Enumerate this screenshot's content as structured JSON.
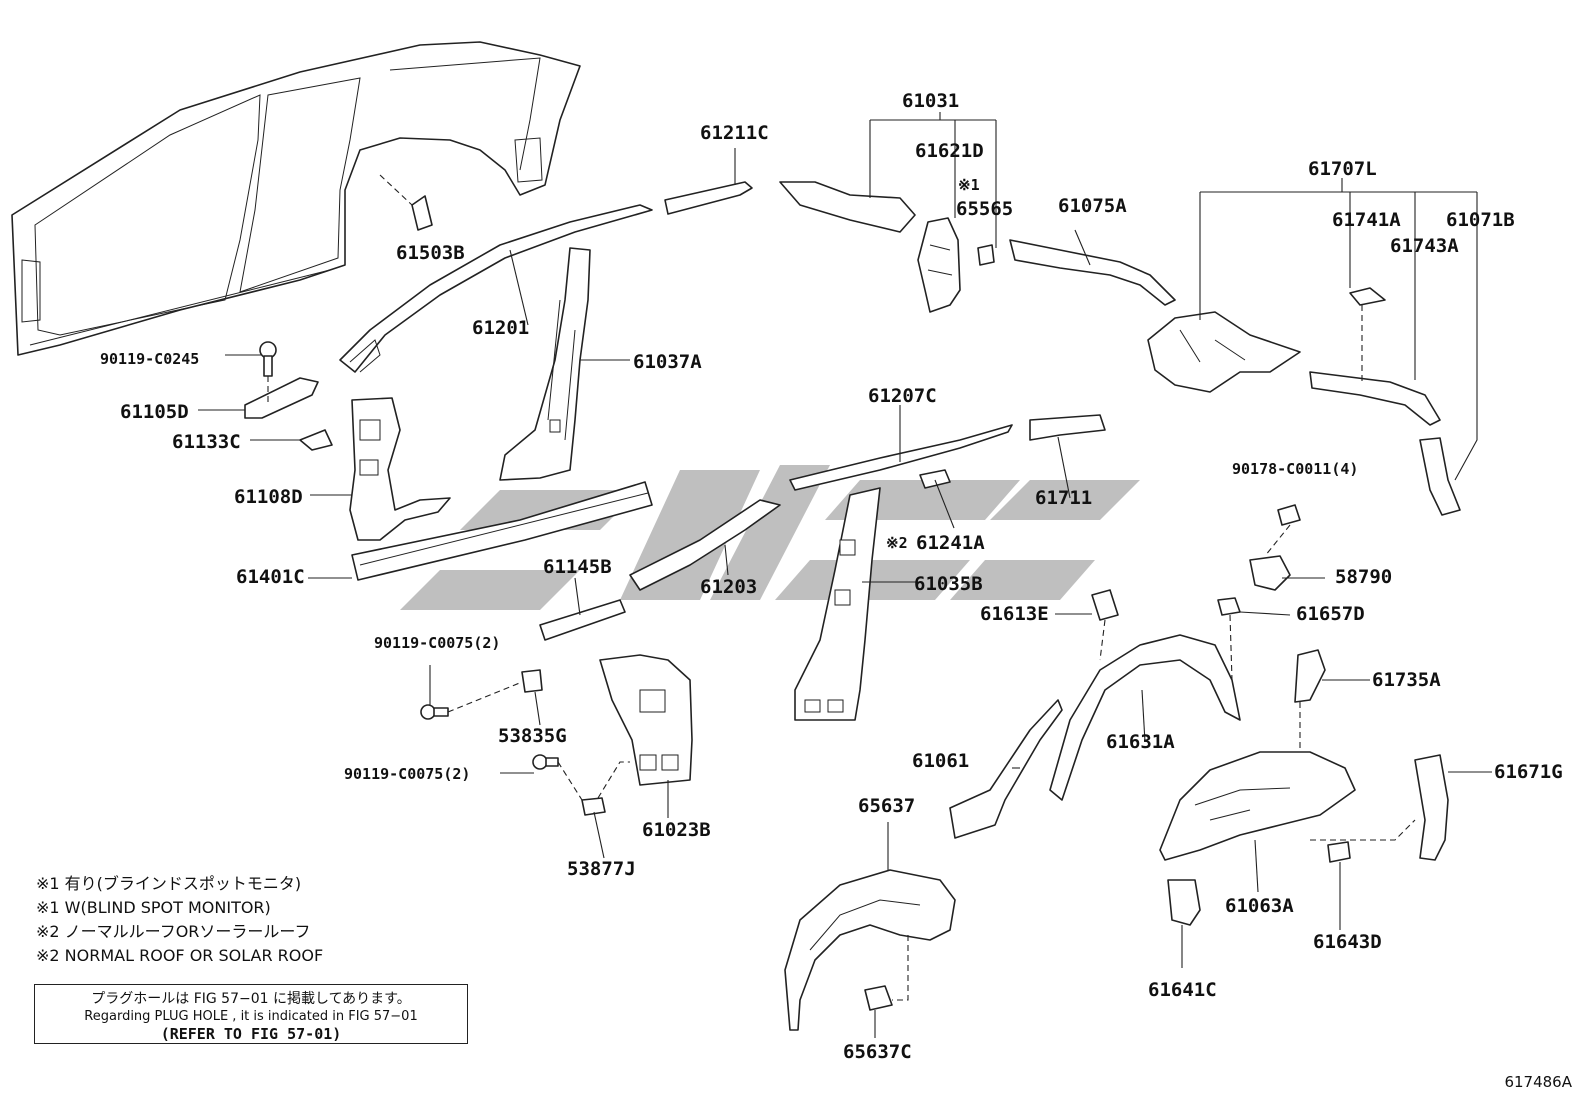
{
  "parts": {
    "p61031": "61031",
    "p61211C": "61211C",
    "p61621D": "61621D",
    "p65565": "65565",
    "p61075A": "61075A",
    "p61707L": "61707L",
    "p61741A": "61741A",
    "p61071B": "61071B",
    "p61743A": "61743A",
    "p61503B": "61503B",
    "p61201": "61201",
    "p61037A": "61037A",
    "p90119C0245": "90119-C0245",
    "p61105D": "61105D",
    "p61133C": "61133C",
    "p61108D": "61108D",
    "p61207C": "61207C",
    "p61711": "61711",
    "p90178C0011": "90178-C0011(4)",
    "p61241A": "61241A",
    "p61401C": "61401C",
    "p61145B": "61145B",
    "p61203": "61203",
    "p61035B": "61035B",
    "p58790": "58790",
    "p61613E": "61613E",
    "p61657D": "61657D",
    "p90119C0075a": "90119-C0075(2)",
    "p53835G": "53835G",
    "p61735A": "61735A",
    "p61631A": "61631A",
    "p61061": "61061",
    "p90119C0075b": "90119-C0075(2)",
    "p61671G": "61671G",
    "p61023B": "61023B",
    "p65637": "65637",
    "p53877J": "53877J",
    "p61063A": "61063A",
    "p61643D": "61643D",
    "p61641C": "61641C",
    "p65637C": "65637C"
  },
  "marks": {
    "m1": "※1",
    "m2": "※2"
  },
  "notes": [
    "※1 有り(ブラインドスポットモニタ)",
    "※1 W(BLIND SPOT MONITOR)",
    "※2 ノーマルルーフORソーラールーフ",
    "※2 NORMAL ROOF OR SOLAR ROOF"
  ],
  "reference": {
    "line1": "プラグホールは FIG 57−01 に掲載してあります。",
    "line2": "Regarding  PLUG  HOLE , it is indicated in  FIG  57−01",
    "line3": "(REFER TO FIG 57-01)"
  },
  "figure_id": "617486A",
  "colors": {
    "line": "#222222",
    "watermark": "#8a8a8a"
  }
}
